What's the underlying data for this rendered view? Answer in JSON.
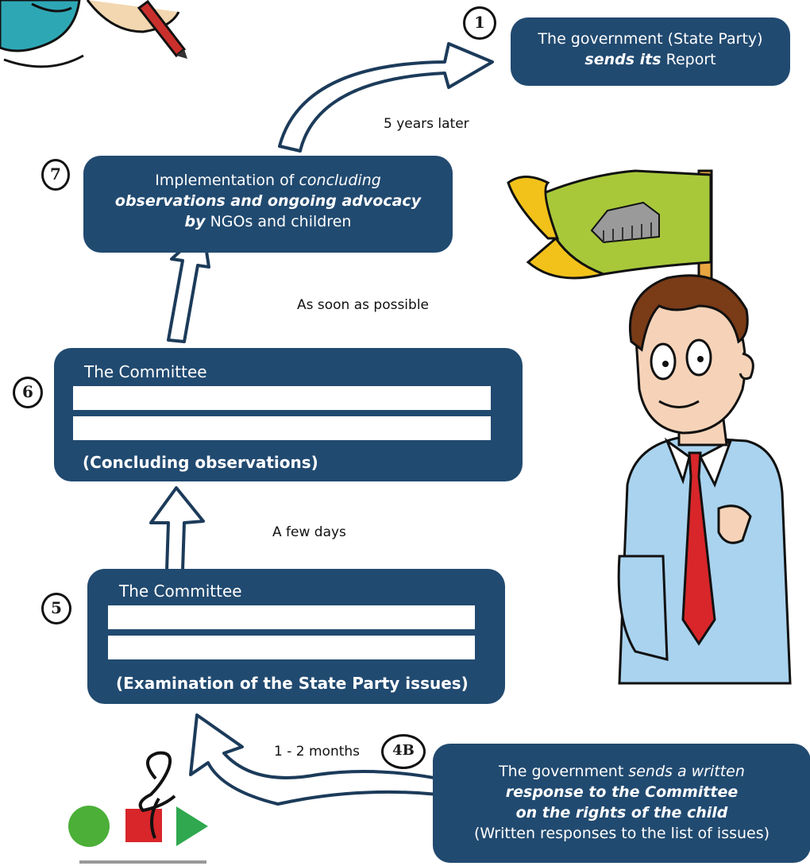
{
  "steps": {
    "s1": "①",
    "s7": "7",
    "s6": "6",
    "s5": "5",
    "s4b": "4B"
  },
  "boxes": {
    "report": {
      "line1": "The government (State Party)",
      "line2_bi": "sends its",
      "line2_rest": " Report"
    },
    "implementation": {
      "line1_plain": "Implementation of ",
      "line1_ital": "concluding",
      "line2_bi": "observations and ongoing advocacy",
      "line3_bi": "by",
      "line3_rest": " NGOs and children"
    },
    "committee6": {
      "heading": "The Committee",
      "footer": "(Concluding observations)"
    },
    "committee5": {
      "heading": "The Committee",
      "footer": "(Examination of the State Party issues)"
    },
    "response": {
      "line1_plain": "The government ",
      "line1_ital": "sends a written",
      "line2_bi": "response to the Committee",
      "line3_bi": "on the rights of the child",
      "line4": "(Written responses to the list of issues)"
    }
  },
  "labels": {
    "five_years": "5 years later",
    "asap": "As soon as possible",
    "few_days": "A few days",
    "one_two_months": "1 - 2 months"
  },
  "colors": {
    "box": "#214a70",
    "flag_green": "#a8c83a",
    "flag_yellow": "#f2c21a",
    "shirt": "#a9d3ef",
    "tie": "#d8262a",
    "hair": "#7a3b17"
  },
  "icons": [
    "pencil-cartoon",
    "official-with-flag",
    "logo-shapes"
  ]
}
